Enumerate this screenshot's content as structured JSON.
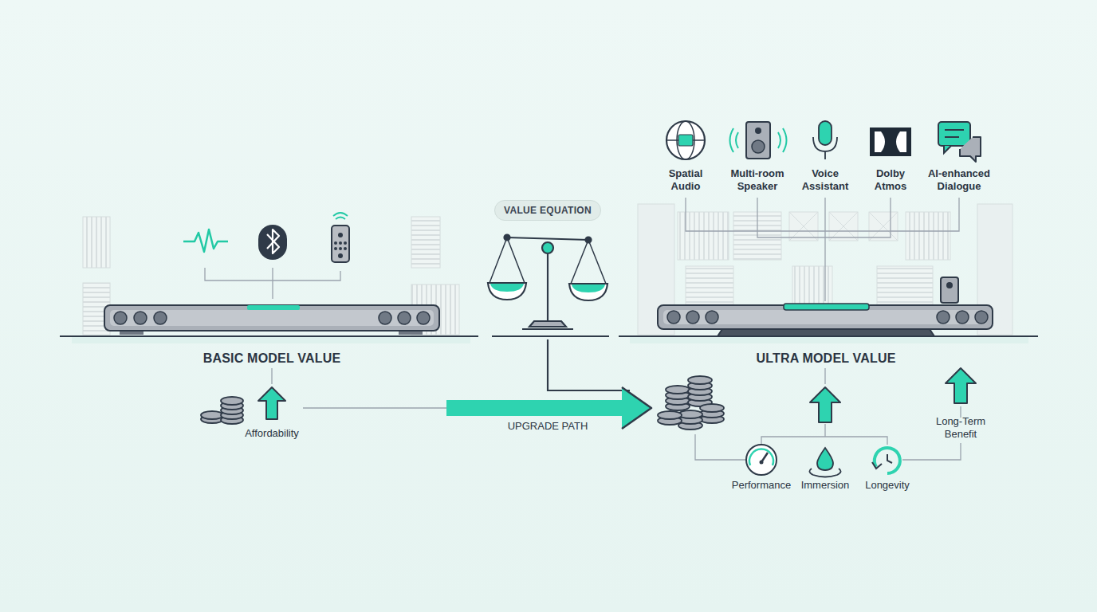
{
  "diagram": {
    "nodes": [
      {
        "text": [
          "VALUE EQUATION"
        ]
      }
    ],
    "labels": [
      "BASIC MODEL VALUE",
      "Affordability",
      "UPGRADE PATH",
      "ULTRA MODEL VALUE",
      "Spatial Audio",
      "Multi-room Speaker",
      "Voice Assistant",
      "Dolby Atmos",
      "AI-enhanced Dialogue",
      "Performance",
      "Immersion",
      "Longevity",
      "Long-Term Benefit"
    ]
  }
}
